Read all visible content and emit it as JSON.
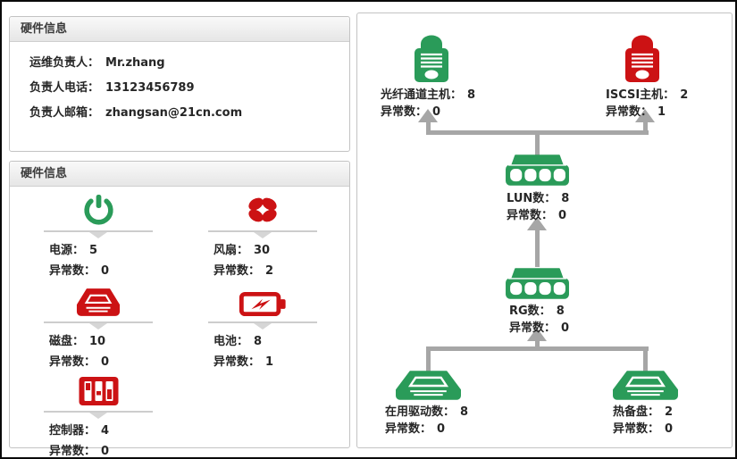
{
  "colors": {
    "green": "#2a9b59",
    "red": "#cc1214",
    "arrow": "#a6a6a6"
  },
  "contact_panel": {
    "title": "硬件信息",
    "rows": [
      {
        "label": "运维负责人：",
        "value": "Mr.zhang"
      },
      {
        "label": "负责人电话：",
        "value": "13123456789"
      },
      {
        "label": "负责人邮箱：",
        "value": "zhangsan@21cn.com"
      }
    ]
  },
  "hardware_panel": {
    "title": "硬件信息",
    "items": [
      {
        "icon": "power-icon",
        "label": "电源：",
        "value": "5",
        "abnormal_label": "异常数：",
        "abnormal_value": "0"
      },
      {
        "icon": "fan-icon",
        "label": "风扇：",
        "value": "30",
        "abnormal_label": "异常数：",
        "abnormal_value": "2"
      },
      {
        "icon": "disk-icon",
        "label": "磁盘：",
        "value": "10",
        "abnormal_label": "异常数：",
        "abnormal_value": "0"
      },
      {
        "icon": "battery-icon",
        "label": "电池：",
        "value": "8",
        "abnormal_label": "异常数：",
        "abnormal_value": "1"
      },
      {
        "icon": "controller-icon",
        "label": "控制器：",
        "value": "4",
        "abnormal_label": "异常数：",
        "abnormal_value": "0"
      }
    ]
  },
  "topology_panel": {
    "nodes": [
      {
        "icon": "server-icon",
        "label": "光纤通道主机：",
        "value": "8",
        "abnormal_label": "异常数：",
        "abnormal_value": "0",
        "status": "green"
      },
      {
        "icon": "server-icon",
        "label": "ISCSI主机：",
        "value": "2",
        "abnormal_label": "异常数：",
        "abnormal_value": "1",
        "status": "red"
      },
      {
        "icon": "disk-shelf-icon",
        "label": "LUN数：",
        "value": "8",
        "abnormal_label": "异常数：",
        "abnormal_value": "0",
        "status": "green"
      },
      {
        "icon": "disk-shelf-icon",
        "label": "RG数：",
        "value": "8",
        "abnormal_label": "异常数：",
        "abnormal_value": "0",
        "status": "green"
      },
      {
        "icon": "drive-tray-icon",
        "label": "在用驱动数：",
        "value": "8",
        "abnormal_label": "异常数：",
        "abnormal_value": "0",
        "status": "green"
      },
      {
        "icon": "drive-tray-icon",
        "label": "热备盘：",
        "value": "2",
        "abnormal_label": "异常数：",
        "abnormal_value": "0",
        "status": "green"
      }
    ]
  }
}
